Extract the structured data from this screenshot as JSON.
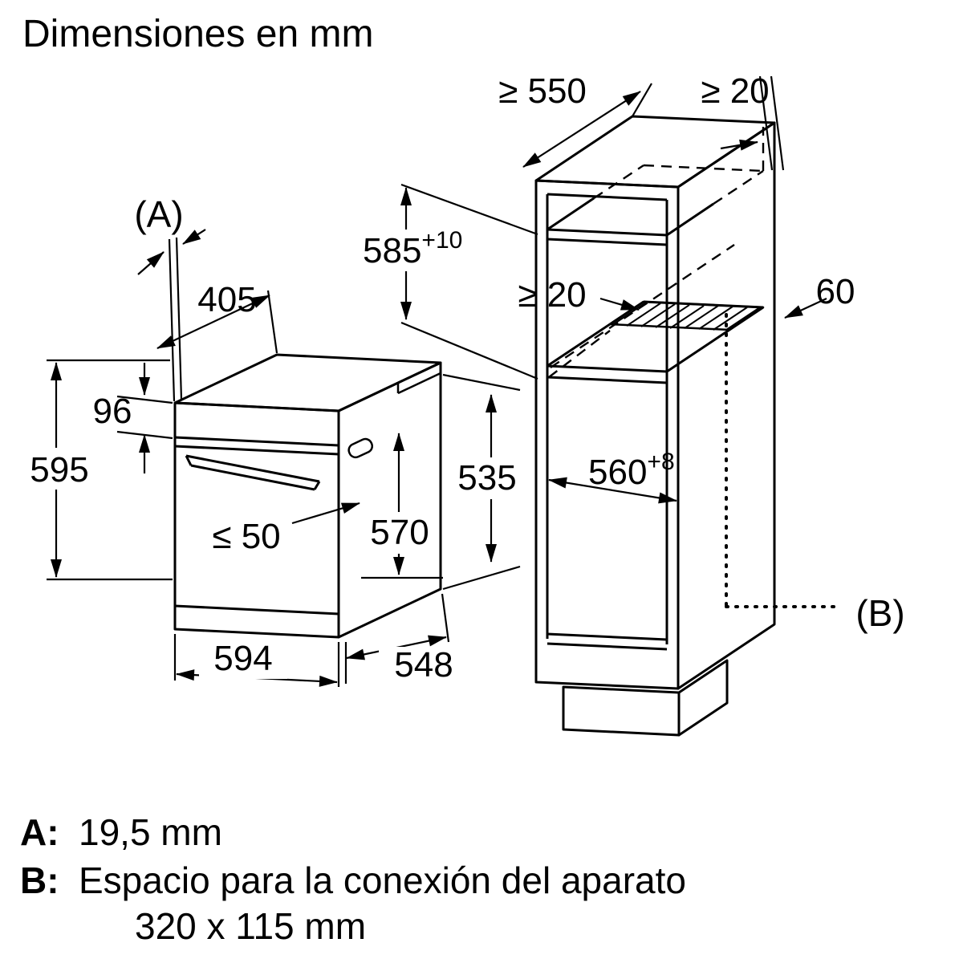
{
  "title": "Dimensiones en mm",
  "left": {
    "label_a": "(A)",
    "dim_405": "405",
    "dim_96": "96",
    "dim_595": "595",
    "dim_le50": "≤ 50",
    "dim_570": "570",
    "dim_535": "535",
    "dim_594": "594",
    "dim_548": "548"
  },
  "right": {
    "dim_550": "≥ 550",
    "dim_20_top": "≥ 20",
    "dim_585": "585",
    "dim_585_sup": "+10",
    "dim_20_mid": "≥ 20",
    "dim_60": "60",
    "dim_560": "560",
    "dim_560_sup": "+8",
    "label_b": "(B)"
  },
  "notes": {
    "a_key": "A:",
    "a_text": "19,5 mm",
    "b_key": "B:",
    "b_text": "Espacio para la conexión del aparato",
    "b_text2": "320 x 115 mm"
  }
}
